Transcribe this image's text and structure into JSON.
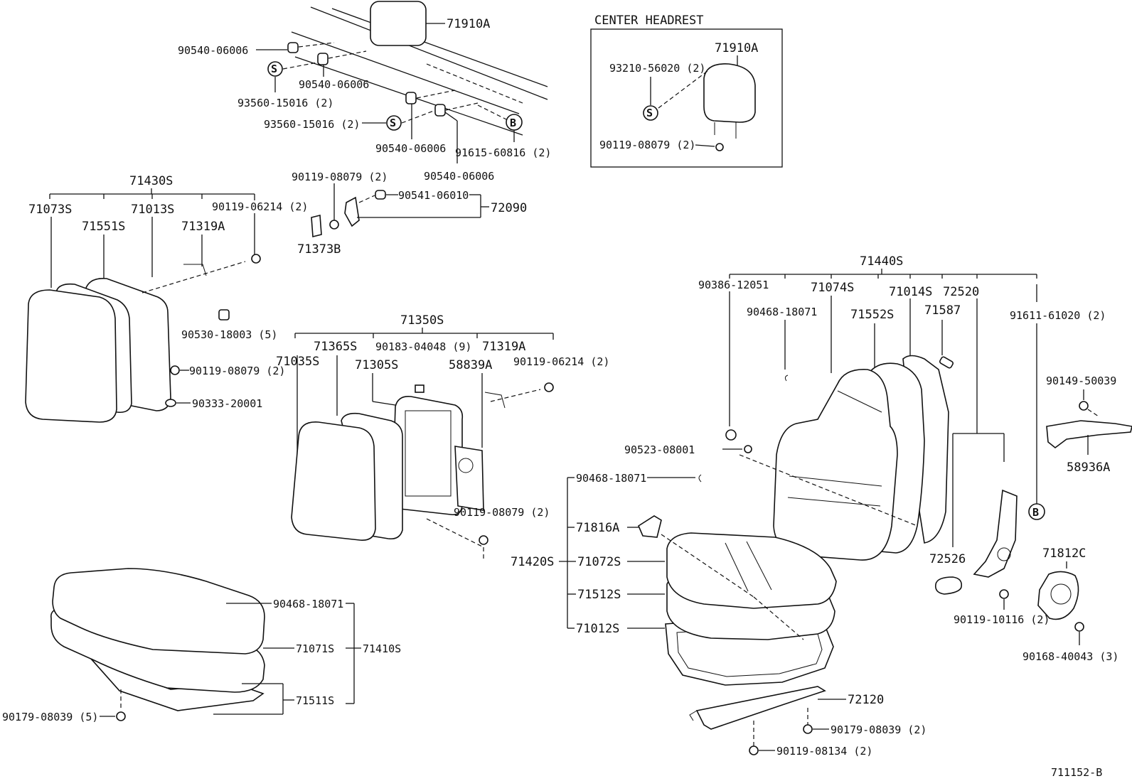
{
  "diagram_code": "711152-B",
  "center_headrest": {
    "title": "CENTER HEADREST",
    "part": "71910A",
    "guide": "93210-56020 (2)",
    "guide_mark": "S",
    "bolt": "90119-08079 (2)"
  },
  "headrest_area": {
    "headrest": "71910A",
    "bush1": "90540-06006",
    "bush2": "90540-06006",
    "bush3": "90540-06006",
    "bush4": "90540-06006",
    "support1": "93560-15016 (2)",
    "support2": "93560-15016 (2)",
    "support_mark": "S",
    "clip": "91615-60816 (2)",
    "clip_mark": "B"
  },
  "hinge_area": {
    "bolt": "90119-08079 (2)",
    "bush": "90541-06010",
    "assembly": "72090",
    "bracket": "71373B"
  },
  "left_back": {
    "group": "71430S",
    "cover": "71073S",
    "pad": "71551S",
    "frame": "71013S",
    "hook": "71319A",
    "bolt_top": "90119-06214 (2)",
    "clip": "90530-18003 (5)",
    "bolt": "90119-08079 (2)",
    "ring": "90333-20001"
  },
  "center_back": {
    "group": "71350S",
    "cover": "71035S",
    "pad": "71365S",
    "frame": "71305S",
    "screw": "90183-04048 (9)",
    "hook": "71319A",
    "board": "58839A",
    "bolt_top": "90119-06214 (2)",
    "bolt": "90119-08079 (2)"
  },
  "bench_cushion": {
    "hog_ring": "90468-18071",
    "cover": "71071S",
    "group": "71410S",
    "pad_frame": "71511S",
    "nut": "90179-08039 (5)"
  },
  "front_back": {
    "group": "71440S",
    "plug": "90386-12051",
    "cover": "71074S",
    "frame": "71014S",
    "recliner": "72520",
    "hog_ring": "90468-18071",
    "pad": "71552S",
    "guide": "71587",
    "clip": "91611-61020 (2)",
    "clip_mark": "B",
    "bolt_bracket": "90149-50039",
    "bracket": "58936A",
    "washer": "90523-08001",
    "knob": "72526",
    "cover_recliner": "71812C",
    "bolt_recliner": "90119-10116 (2)",
    "screw_cover": "90168-40043 (3)"
  },
  "front_cushion": {
    "group": "71420S",
    "hog_ring": "90468-18071",
    "shield": "71816A",
    "cover": "71072S",
    "pad": "71512S",
    "frame": "71012S",
    "adjuster": "72120",
    "nut": "90179-08039 (2)",
    "bolt": "90119-08134 (2)"
  }
}
